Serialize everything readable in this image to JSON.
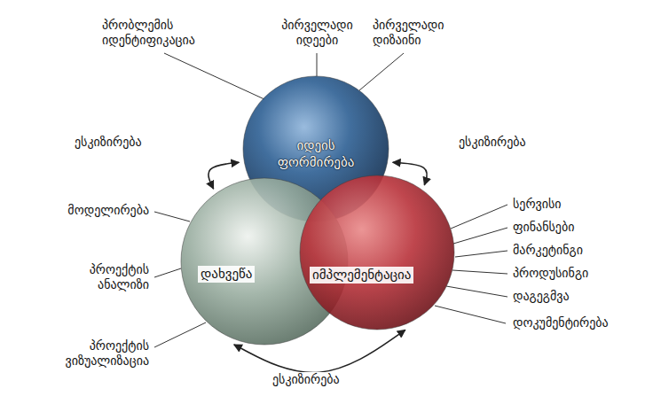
{
  "diagram": {
    "nodes": [
      {
        "text": [
          "იდეის ფორმირება"
        ]
      },
      {
        "text": [
          "დახვეწა"
        ]
      },
      {
        "text": [
          "იმპლემენტაცია"
        ]
      }
    ],
    "edges": [
      {
        "from": 0,
        "to": 1,
        "arrow": "both",
        "label": "ესკიზირება"
      },
      {
        "from": 0,
        "to": 2,
        "arrow": "both",
        "label": "ესკიზირება"
      },
      {
        "from": 1,
        "to": 2,
        "arrow": "both",
        "label": "ესკიზირება"
      }
    ],
    "labels": [
      "პრობლემის იდენტიფიკაცია",
      "პირველადი იდეები",
      "პირველადი დიზაინი",
      "მოდელირება",
      "პროექტის ანალიზი",
      "პროექტის ვიზუალიზაცია",
      "სერვისი",
      "ფინანსები",
      "მარკეტინგი",
      "პროდუსინგი",
      "დაგეგმვა",
      "დოკუმენტირება"
    ]
  }
}
